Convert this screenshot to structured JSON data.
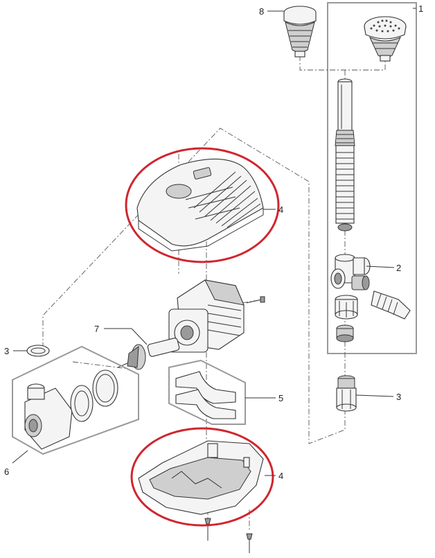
{
  "diagram": {
    "callouts": [
      {
        "id": "c1",
        "label": "1"
      },
      {
        "id": "c2",
        "label": "2"
      },
      {
        "id": "c3a",
        "label": "3"
      },
      {
        "id": "c3b",
        "label": "3"
      },
      {
        "id": "c4a",
        "label": "4"
      },
      {
        "id": "c4b",
        "label": "4"
      },
      {
        "id": "c5",
        "label": "5"
      },
      {
        "id": "c6",
        "label": "6"
      },
      {
        "id": "c7",
        "label": "7"
      },
      {
        "id": "c8",
        "label": "8"
      }
    ],
    "highlight_color": "#d0262e",
    "line_color": "#333333",
    "group_box_color": "#999999"
  }
}
